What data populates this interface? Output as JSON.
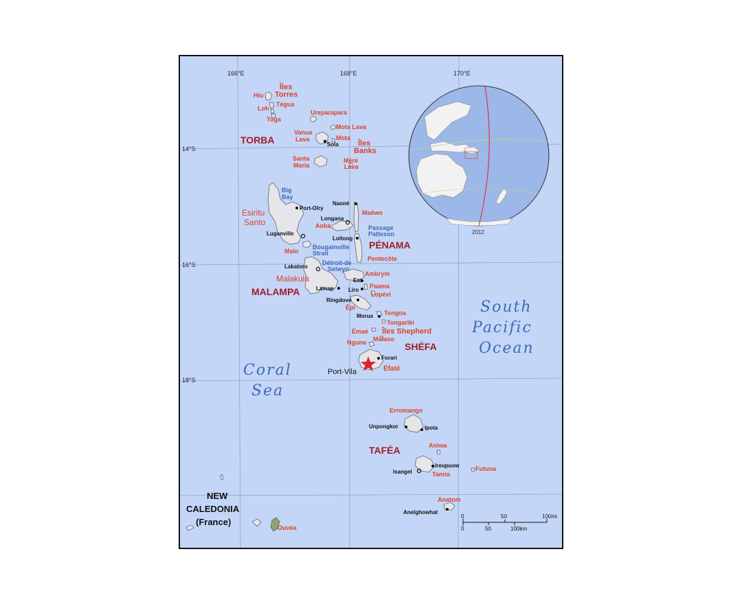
{
  "grid": {
    "lon": [
      "166°E",
      "168°E",
      "170°E"
    ],
    "lat": [
      "14°S",
      "16°S",
      "18°S"
    ]
  },
  "provinces": [
    "TORBA",
    "PÉNAMA",
    "MALAMPA",
    "SHÉFA",
    "TAFÉA"
  ],
  "islands": {
    "torres": [
      "Îles",
      "Torres"
    ],
    "hiu": "Hiu",
    "tegua": "Tégua",
    "loh": "Loh",
    "toga": "Toga",
    "ureparapara": "Ureparapara",
    "mota_lava": "Mota Lava",
    "vanua_lava": [
      "Vanua",
      "Lava"
    ],
    "mota": "Mota",
    "banks": [
      "Îles",
      "Banks"
    ],
    "santa_maria": [
      "Santa",
      "Maria"
    ],
    "mere_lava": [
      "Méré",
      "Lava"
    ],
    "santo": [
      "Esiritu",
      "Santo"
    ],
    "maewo": "Maéwo",
    "aoba": "Aoba",
    "malo": "Malo",
    "pentecote": "Pentecôte",
    "malakula": "Malakula",
    "ambrym": "Ambrym",
    "paama": "Paama",
    "lopevi": "Lopévi",
    "epi": "Épi",
    "tongoa": "Tongoa",
    "tongariki": "Tongariki",
    "shepherd": "Îles Shepherd",
    "emae": "Émaé",
    "nguna": "Nguna",
    "mataso": "Mataso",
    "efate": "Éfaté",
    "erromango": "Erromango",
    "aniwa": "Aniwa",
    "tanna": "Tanna",
    "futuna": "Futuna",
    "anatom": "Anatom",
    "ouvea": "Ouvéa"
  },
  "towns": {
    "sola": "Sola",
    "port_olry": "Port-Olry",
    "naone": "Naoné",
    "longana": "Longana",
    "loltong": "Loltong",
    "luganville": "Luganville",
    "lakatoro": "Lakatoro",
    "eas": "Eas",
    "liro": "Liro",
    "lamap": "Lamap",
    "ringdove": "Ringdove",
    "morua": "Morua",
    "forari": "Forari",
    "port_vila": "Port-Vila",
    "unpongkor": "Unpongkor",
    "ipota": "Ipota",
    "ireupuow": "Ireupuow",
    "isangel": "Isangel",
    "anelghowhat": "Anelghowhat"
  },
  "waters": {
    "big_bay": [
      "Big",
      "Bay"
    ],
    "passage_patteson": [
      "Passage",
      "Patteson"
    ],
    "bougainville": [
      "Bougainville",
      "Strait"
    ],
    "detroit_selwyn": [
      "Détroit-de",
      "Selwyn"
    ],
    "coral_sea": [
      "Coral",
      "Sea"
    ],
    "pacific": [
      "South",
      "Pacific",
      "Ocean"
    ]
  },
  "new_caledonia": [
    "NEW",
    "CALEDONIA",
    "(France)"
  ],
  "inset_year": "2012",
  "scale": {
    "mi": [
      "0",
      "50",
      "100mi"
    ],
    "km": [
      "0",
      "50",
      "100km"
    ]
  },
  "colors": {
    "sea": "#c4d6f7",
    "land": "#e6e6ea",
    "province": "#a01c2a",
    "island_label": "#d9442b",
    "water_label": "#3f6ab5",
    "town": "#111111"
  }
}
